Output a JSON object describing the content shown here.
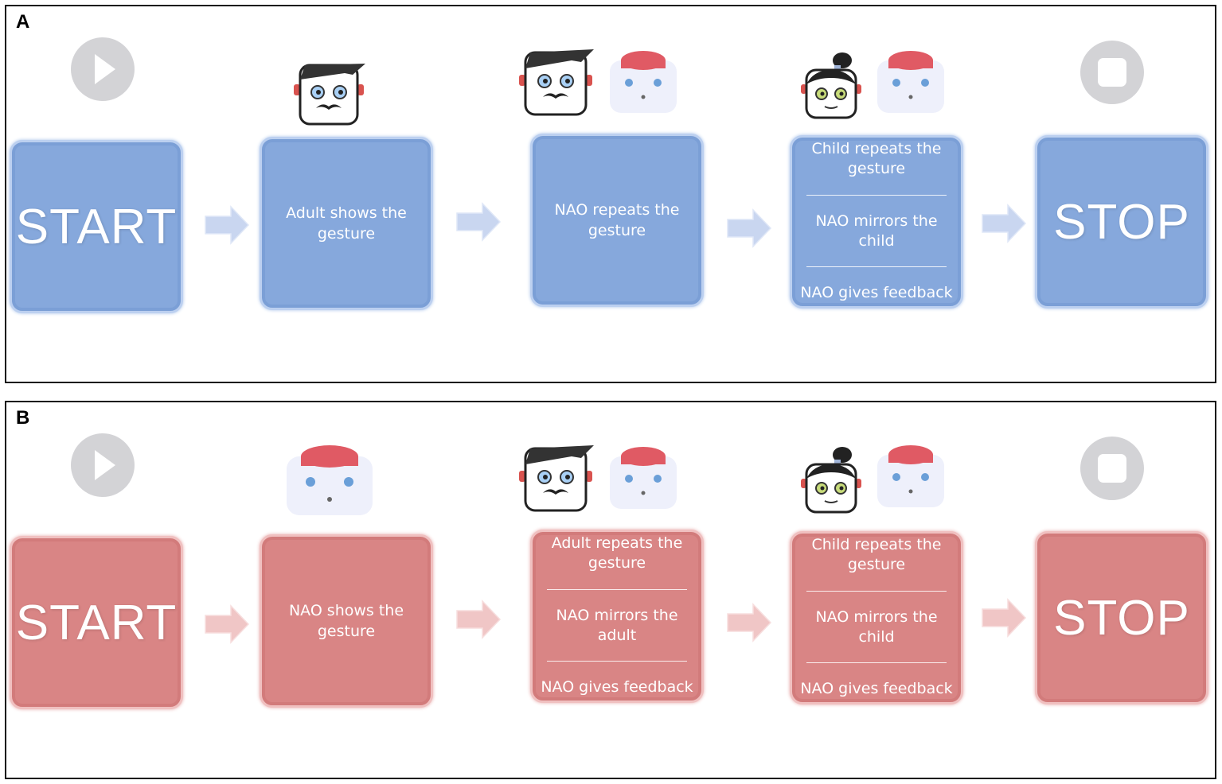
{
  "panels": {
    "a": {
      "label": "A",
      "start": "START",
      "stop": "STOP",
      "step1": "Adult shows the gesture",
      "step2": "NAO repeats the gesture",
      "step3": [
        "Child repeats the gesture",
        "NAO mirrors the child",
        "NAO gives feedback"
      ]
    },
    "b": {
      "label": "B",
      "start": "START",
      "stop": "STOP",
      "step1": "NAO shows the gesture",
      "step2": [
        "Adult repeats the gesture",
        "NAO mirrors the adult",
        "NAO gives feedback"
      ],
      "step3": [
        "Child repeats the gesture",
        "NAO mirrors the child",
        "NAO gives feedback"
      ]
    }
  },
  "icons": {
    "play": "play-icon",
    "stop": "stop-icon",
    "adult": "adult-face-icon",
    "robot": "nao-robot-icon",
    "child": "child-face-icon"
  },
  "colors": {
    "panel_a_box": "#86a8dc",
    "panel_b_box": "#d98585",
    "arrow_a": "#c9d6f0",
    "arrow_b": "#f0c6c6",
    "icon_gray": "#d3d3d6"
  }
}
